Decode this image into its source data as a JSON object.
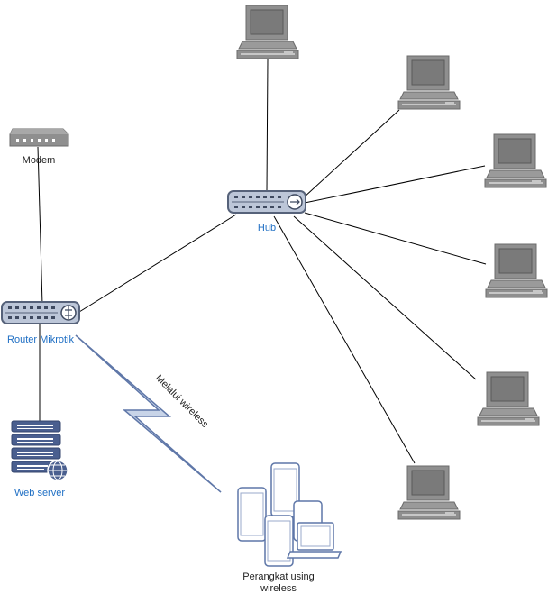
{
  "diagram": {
    "nodes": {
      "modem": {
        "label": "Modem"
      },
      "router": {
        "label": "Router Mikrotik"
      },
      "hub": {
        "label": "Hub"
      },
      "web_server": {
        "label": "Web server"
      },
      "wireless_devices": {
        "label_line1": "Perangkat using",
        "label_line2": "wireless"
      },
      "computers": [
        "pc-1",
        "pc-2",
        "pc-3",
        "pc-4",
        "pc-5",
        "pc-6"
      ]
    },
    "wireless_link": {
      "label": "Melalui wireless"
    },
    "connections": [
      [
        "modem",
        "router"
      ],
      [
        "router",
        "hub"
      ],
      [
        "router",
        "web_server"
      ],
      [
        "router",
        "wireless_devices"
      ],
      [
        "hub",
        "pc-1"
      ],
      [
        "hub",
        "pc-2"
      ],
      [
        "hub",
        "pc-3"
      ],
      [
        "hub",
        "pc-4"
      ],
      [
        "hub",
        "pc-5"
      ],
      [
        "hub",
        "pc-6"
      ]
    ],
    "colors": {
      "device_gray": "#8f8f8f",
      "device_dark": "#6b6b6b",
      "switch_fill": "#bcc6d8",
      "switch_stroke": "#56627a",
      "server_blue": "#4a5f8f",
      "label_blue": "#1f6fc4",
      "lightning_fill": "#c8d4e8",
      "lightning_stroke": "#5f77a8"
    }
  }
}
